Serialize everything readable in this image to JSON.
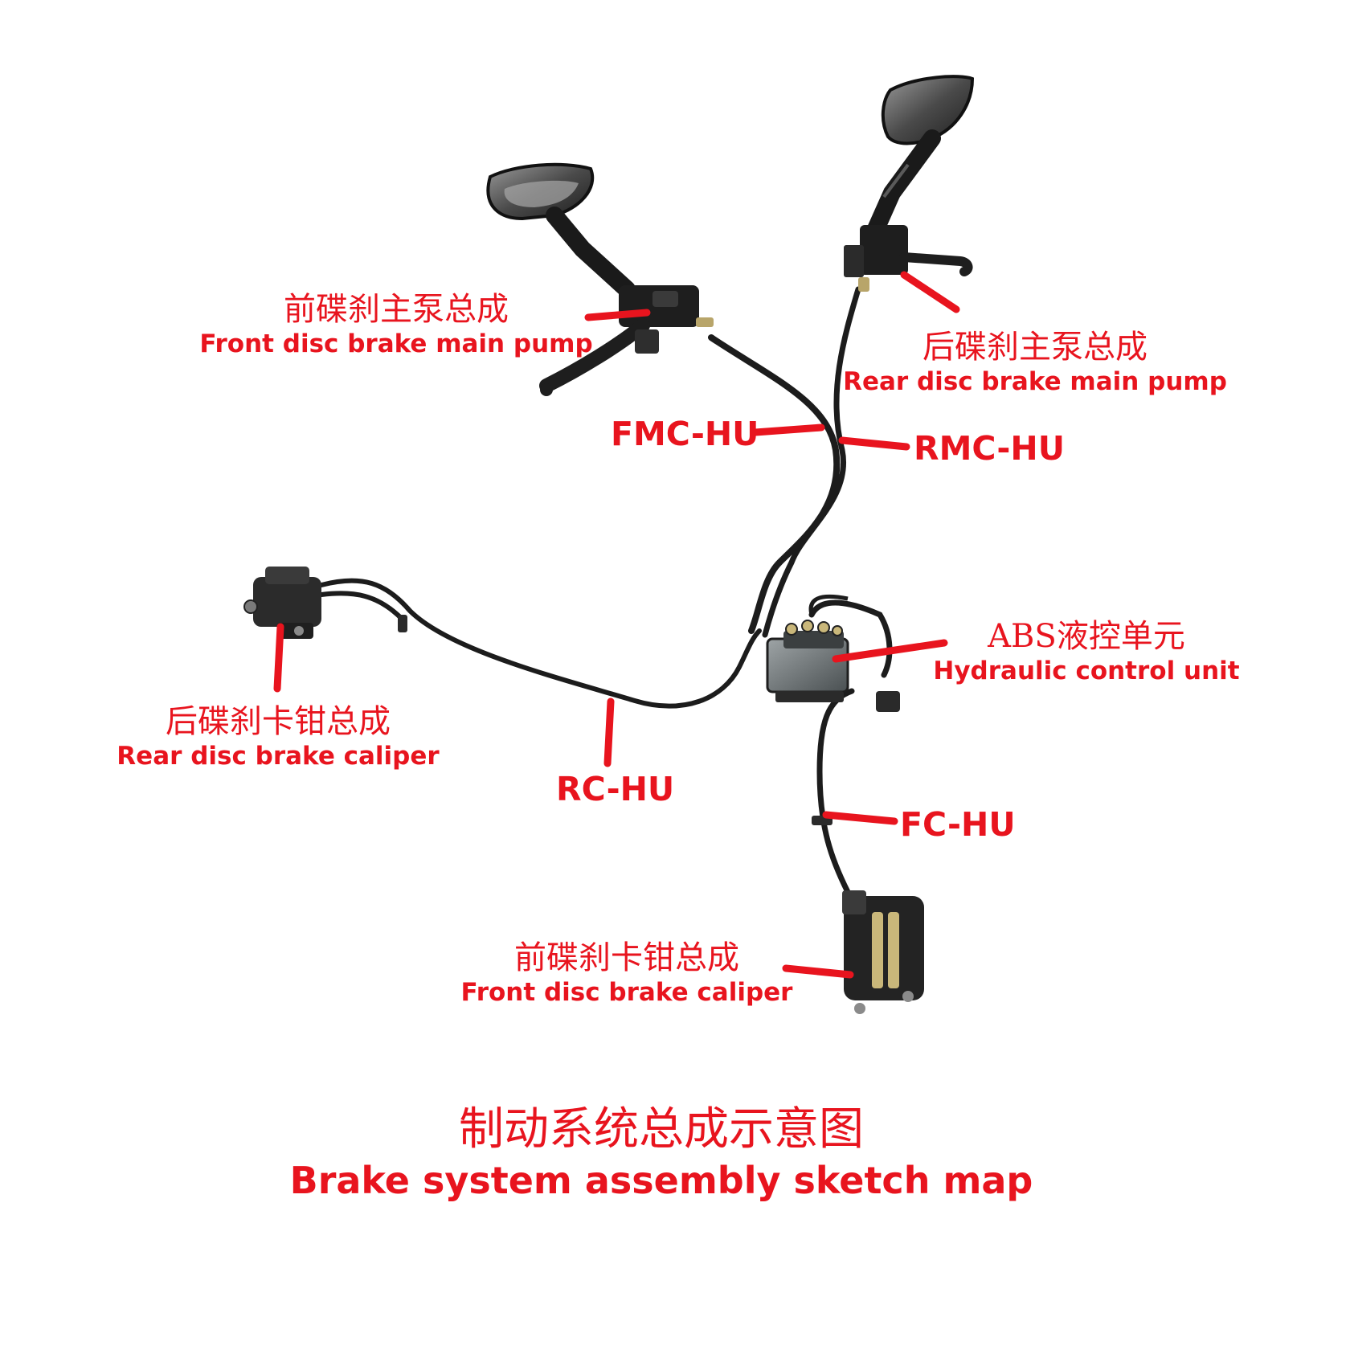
{
  "labels": {
    "front_pump": {
      "zh": "前碟刹主泵总成",
      "en": "Front disc brake main pump"
    },
    "rear_pump": {
      "zh": "后碟刹主泵总成",
      "en": "Rear disc brake main pump"
    },
    "abs_unit": {
      "zh": "ABS液控单元",
      "en": "Hydraulic control unit"
    },
    "rear_caliper": {
      "zh": "后碟刹卡钳总成",
      "en": "Rear disc brake caliper"
    },
    "front_caliper": {
      "zh": "前碟刹卡钳总成",
      "en": "Front disc brake caliper"
    }
  },
  "hoses": {
    "fmc_hu": "FMC-HU",
    "rmc_hu": "RMC-HU",
    "rc_hu": "RC-HU",
    "fc_hu": "FC-HU"
  },
  "title": {
    "zh": "制动系统总成示意图",
    "en": "Brake system assembly sketch map"
  },
  "colors": {
    "label": "#e8141e",
    "hose": "#1c1c1c",
    "component": "#2a2a2a",
    "component_light": "#6f6f6f",
    "background": "#ffffff"
  }
}
